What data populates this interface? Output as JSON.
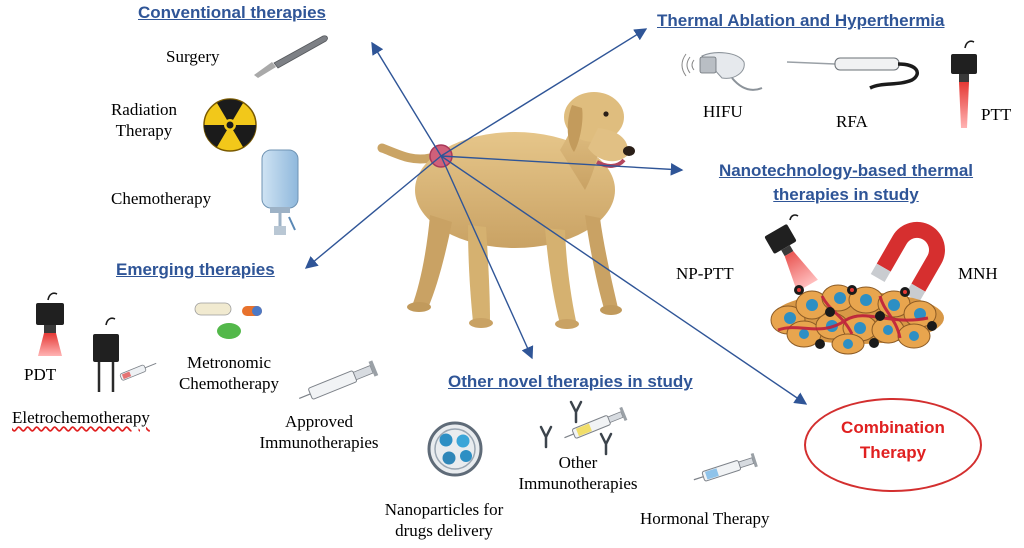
{
  "center": {
    "subject_icon": "dog-with-tumor-icon"
  },
  "categories": {
    "conventional": {
      "heading": "Conventional therapies",
      "items": [
        "Surgery",
        "Radiation Therapy",
        "Chemotherapy"
      ],
      "radiation_line1": "Radiation",
      "radiation_line2": "Therapy"
    },
    "thermal": {
      "heading": "Thermal Ablation and Hyperthermia",
      "items": [
        "HIFU",
        "RFA",
        "PTT"
      ]
    },
    "nano": {
      "heading_line1": "Nanotechnology-based thermal",
      "heading_line2": "therapies in study",
      "items": [
        "NP-PTT",
        "MNH"
      ]
    },
    "emerging": {
      "heading": "Emerging therapies",
      "pdt": "PDT",
      "electro": "Eletrochemotherapy",
      "metro_line1": "Metronomic",
      "metro_line2": "Chemotherapy",
      "immuno_line1": "Approved",
      "immuno_line2": "Immunotherapies"
    },
    "other": {
      "heading": "Other novel therapies in study",
      "nano_line1": "Nanoparticles for",
      "nano_line2": "drugs delivery",
      "immuno_line1": "Other",
      "immuno_line2": "Immunotherapies",
      "hormonal": "Hormonal Therapy"
    },
    "combination": {
      "line1": "Combination",
      "line2": "Therapy"
    }
  },
  "colors": {
    "heading": "#2f5597",
    "arrow": "#2f5597",
    "combination": "#e02020",
    "dog_fur": "#d9b676",
    "tumor": "#d0607a",
    "laser": "#e53935"
  }
}
